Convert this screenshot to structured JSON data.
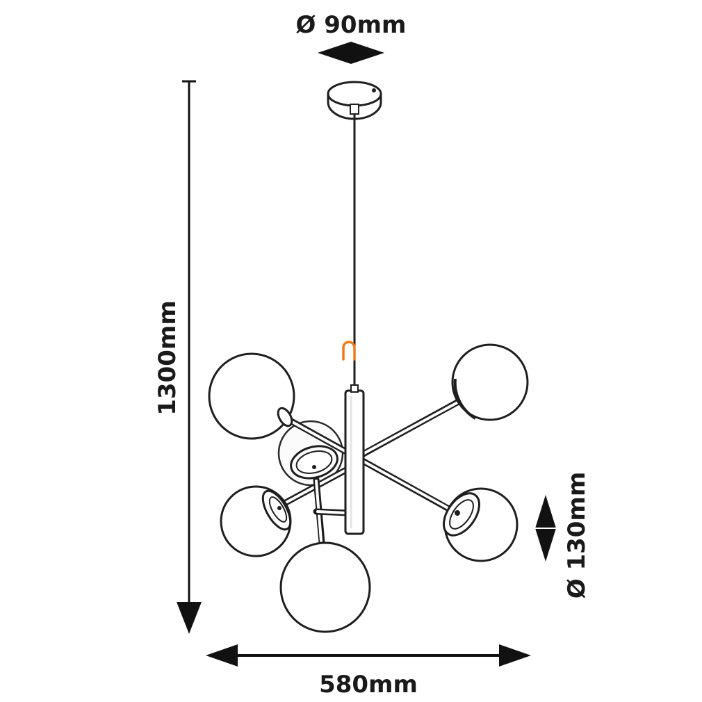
{
  "dimensions": {
    "canopy_diameter": "Ø 90mm",
    "total_height": "1300mm",
    "total_width": "580mm",
    "globe_diameter": "Ø 130mm"
  },
  "colors": {
    "line": "#1e1e1e",
    "hook": "#f07a1a",
    "background": "#ffffff"
  }
}
